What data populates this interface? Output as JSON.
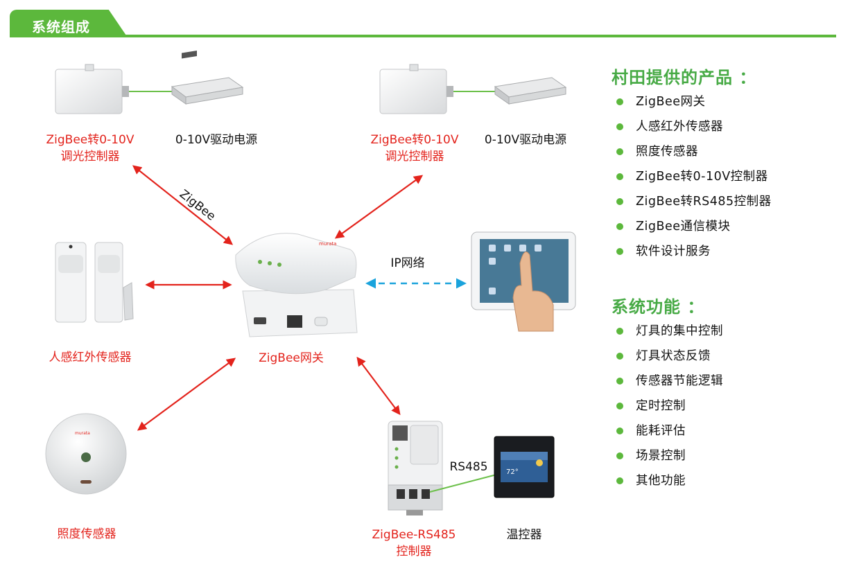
{
  "header": {
    "title": "系统组成"
  },
  "nodes": {
    "dimmer_left": {
      "line1": "ZigBee转0-10V",
      "line2": "调光控制器"
    },
    "driver_left": {
      "label": "0-10V驱动电源"
    },
    "dimmer_right": {
      "line1": "ZigBee转0-10V",
      "line2": "调光控制器"
    },
    "driver_right": {
      "label": "0-10V驱动电源"
    },
    "pir_sensor": {
      "label": "人感红外传感器"
    },
    "gateway": {
      "label": "ZigBee网关"
    },
    "light_sensor": {
      "label": "照度传感器"
    },
    "rs485_controller": {
      "line1": "ZigBee-RS485",
      "line2": "控制器"
    },
    "thermostat": {
      "label": "温控器",
      "display_value": "72°"
    }
  },
  "links": {
    "zigbee": "ZigBee",
    "ip": "IP网络",
    "rs485": "RS485"
  },
  "products": {
    "title": "村田提供的产品 ：",
    "items": [
      "ZigBee网关",
      "人感红外传感器",
      "照度传感器",
      "ZigBee转0-10V控制器",
      "ZigBee转RS485控制器",
      "ZigBee通信模块",
      "软件设计服务"
    ]
  },
  "functions": {
    "title": "系统功能 ：",
    "items": [
      "灯具的集中控制",
      "灯具状态反馈",
      "传感器节能逻辑",
      "定时控制",
      "能耗评估",
      "场景控制",
      "其他功能"
    ]
  },
  "colors": {
    "brand_green": "#5cb83c",
    "title_green": "#47aa45",
    "arrow_red": "#e3231c",
    "arrow_blue": "#1aa3dc",
    "wire_green": "#6cc04a"
  }
}
